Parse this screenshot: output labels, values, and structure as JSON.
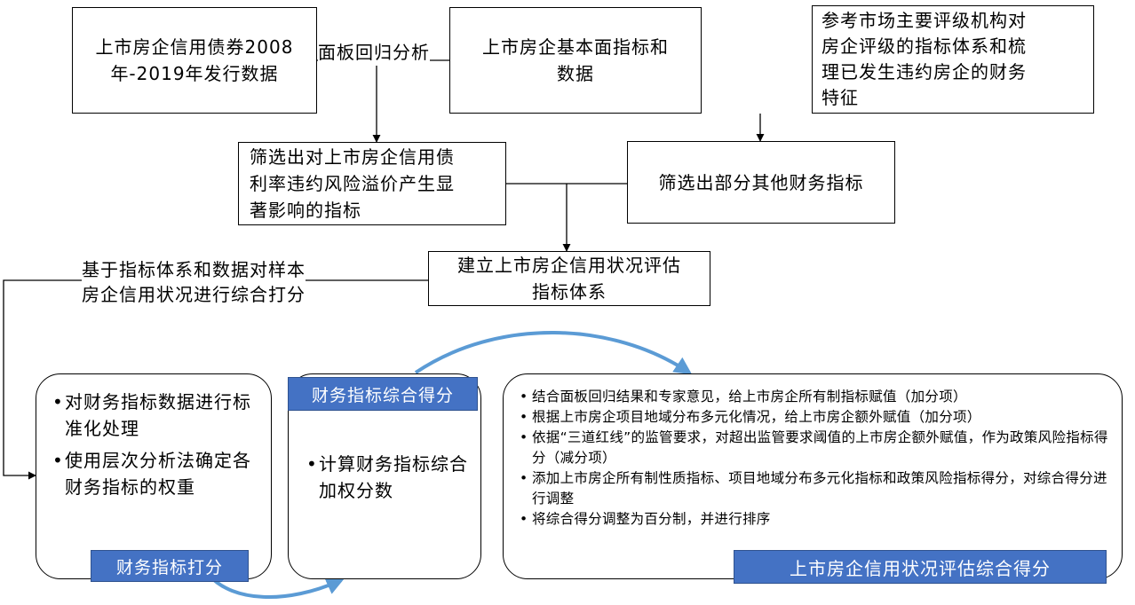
{
  "top_row": {
    "bond_data": [
      "上市房企信用债券2008",
      "年-2019年发行数据"
    ],
    "panel_regression": "面板回归分析",
    "fundamentals": [
      "上市房企基本面指标和",
      "数据"
    ],
    "reference": [
      "参考市场主要评级机构对",
      "房企评级的指标体系和梳",
      "理已发生违约房企的财务",
      "特征"
    ]
  },
  "second_row": {
    "screen_significant": [
      "筛选出对上市房企信用债",
      "利率违约风险溢价产生显",
      "著影响的指标"
    ],
    "screen_other": "筛选出部分其他财务指标"
  },
  "index_system": [
    "建立上市房企信用状况评估",
    "指标体系"
  ],
  "scoring_note": [
    "基于指标体系和数据对样本",
    "房企信用状况进行综合打分"
  ],
  "stage1": {
    "items": [
      "对财务指标数据进行标准化处理",
      "使用层次分析法确定各财务指标的权重"
    ],
    "tag": "财务指标打分"
  },
  "stage2": {
    "tag": "财务指标综合得分",
    "items": [
      "计算财务指标综合加权分数"
    ]
  },
  "stage3": {
    "items": [
      "结合面板回归结果和专家意见，给上市房企所有制指标赋值（加分项）",
      "根据上市房企项目地域分布多元化情况，给上市房企额外赋值（加分项）",
      "依据“三道红线”的监管要求，对超出监管要求阈值的上市房企额外赋值，作为政策风险指标得分（减分项）",
      "添加上市房企所有制性质指标、项目地域分布多元化指标和政策风险指标得分，对综合得分进行调整",
      "将综合得分调整为百分制，并进行排序"
    ],
    "tag": "上市房企信用状况评估综合得分"
  },
  "colors": {
    "tag_fill": "#4472c4",
    "curve_arrow": "#5b9bd5",
    "line": "#000000"
  }
}
